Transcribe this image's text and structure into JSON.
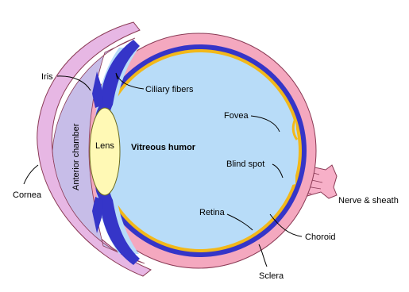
{
  "diagram": {
    "labels": {
      "iris": "Iris",
      "ciliary_fibers": "Ciliary fibers",
      "lens": "Lens",
      "vitreous_humor": "Vitreous humor",
      "anterior_chamber": "Anterior chamber",
      "fovea": "Fovea",
      "blind_spot": "Blind spot",
      "nerve_sheath": "Nerve & sheath",
      "retina": "Retina",
      "choroid": "Choroid",
      "sclera": "Sclera",
      "cornea": "Cornea"
    },
    "colors": {
      "sclera": "#f4a8bf",
      "sclera_outline": "#8a3a55",
      "cornea": "#e7b7e4",
      "anterior_chamber": "#c7bde8",
      "vitreous": "#b8dcf8",
      "choroid": "#3535c8",
      "retina": "#f2b81a",
      "ciliary": "#3535c8",
      "lens": "#fff9b5",
      "nerve": "#f7b0c8"
    }
  }
}
